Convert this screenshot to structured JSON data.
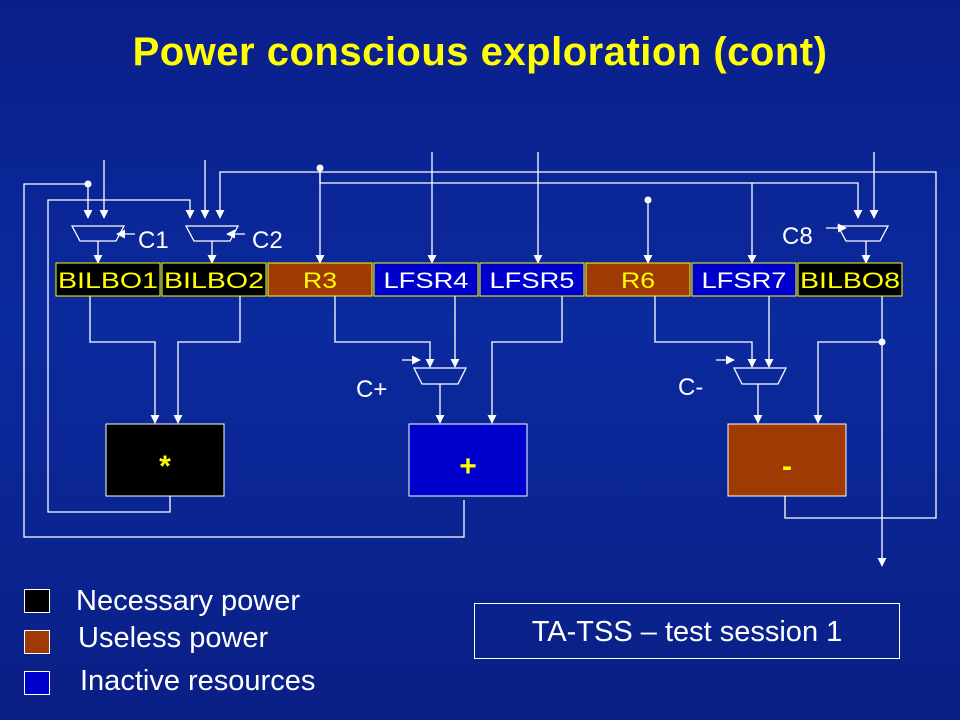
{
  "title": "Power conscious exploration (cont)",
  "colors": {
    "background": "#0b2a9e",
    "text": "#ffff00",
    "label": "#ffffff",
    "necessary": "#000000",
    "useless": "#a03a05",
    "inactive": "#0000cc",
    "wire": "#ffffff"
  },
  "registers": [
    {
      "label": "BILBO1",
      "state": "necessary"
    },
    {
      "label": "BILBO2",
      "state": "necessary"
    },
    {
      "label": "R3",
      "state": "useless"
    },
    {
      "label": "LFSR4",
      "state": "inactive"
    },
    {
      "label": "LFSR5",
      "state": "inactive"
    },
    {
      "label": "R6",
      "state": "useless"
    },
    {
      "label": "LFSR7",
      "state": "inactive"
    },
    {
      "label": "BILBO8",
      "state": "necessary"
    }
  ],
  "controls": {
    "c1": "C1",
    "c2": "C2",
    "c8": "C8",
    "c_plus": "C+",
    "c_minus": "C-"
  },
  "operators": [
    {
      "label": "*",
      "state": "necessary"
    },
    {
      "label": "+",
      "state": "inactive"
    },
    {
      "label": "-",
      "state": "useless"
    }
  ],
  "legend": [
    {
      "label": "Necessary power",
      "state": "necessary"
    },
    {
      "label": "Useless power",
      "state": "useless"
    },
    {
      "label": "Inactive resources",
      "state": "inactive"
    }
  ],
  "session_label": "TA-TSS – test session 1"
}
